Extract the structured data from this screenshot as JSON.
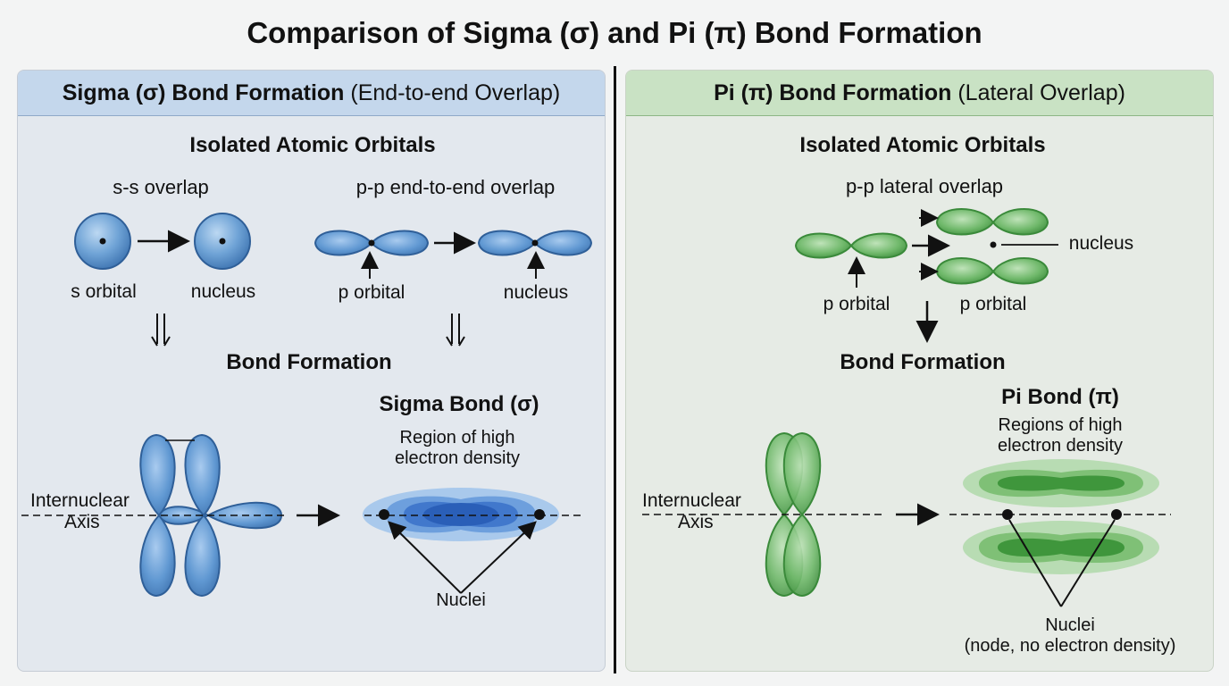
{
  "title": "Comparison of Sigma (σ) and Pi (π) Bond Formation",
  "sigma_panel": {
    "header_bold": "Sigma (σ) Bond Formation",
    "header_rest": " (End-to-end Overlap)",
    "isolated_heading": "Isolated Atomic Orbitals",
    "ss_label": "s-s overlap",
    "pp_label": "p-p end-to-end overlap",
    "s_orbital": "s orbital",
    "nucleus_1": "nucleus",
    "p_orbital": "p orbital",
    "nucleus_2": "nucleus",
    "bond_formation": "Bond Formation",
    "axis_line1": "Internuclear",
    "axis_line2": "Axis",
    "bond_title": "Sigma Bond (σ)",
    "density_line1": "Region of high",
    "density_line2": "electron density",
    "nuclei": "Nuclei"
  },
  "pi_panel": {
    "header_bold": "Pi (π) Bond Formation",
    "header_rest": " (Lateral Overlap)",
    "isolated_heading": "Isolated Atomic Orbitals",
    "pp_label": "p-p lateral overlap",
    "nucleus": "nucleus",
    "p_orbital_1": "p orbital",
    "p_orbital_2": "p orbital",
    "bond_formation": "Bond Formation",
    "axis_line1": "Internuclear",
    "axis_line2": "Axis",
    "bond_title": "Pi Bond (π)",
    "density_line1": "Regions of high",
    "density_line2": "electron density",
    "nuclei_line1": "Nuclei",
    "nuclei_line2": "(node, no electron density)"
  },
  "colors": {
    "sigma_blue": "#5b93cc",
    "pi_green": "#5fae5c"
  }
}
